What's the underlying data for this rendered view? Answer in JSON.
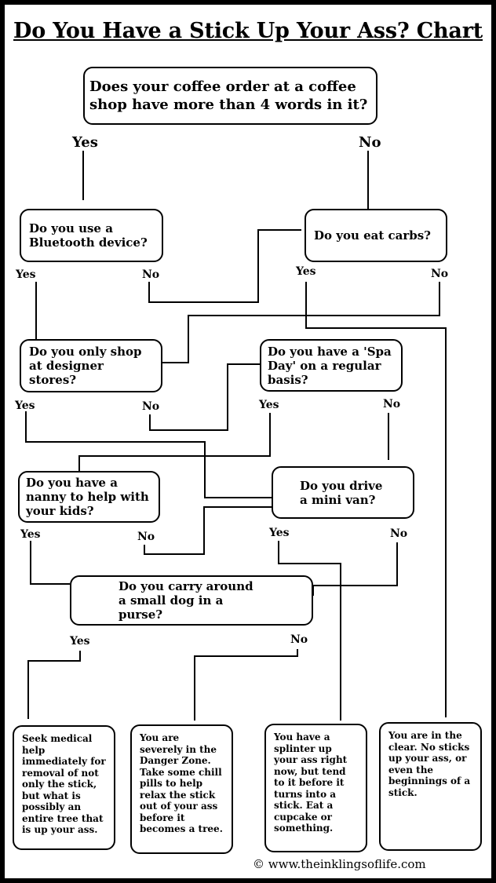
{
  "title": "Do You Have a Stick Up Your Ass? Chart",
  "questions": {
    "coffee": "Does your coffee order at a coffee shop have more than 4 words in it?",
    "bluetooth": "Do you use a Bluetooth device?",
    "carbs": "Do you eat carbs?",
    "designer": "Do you only shop at designer stores?",
    "spa": "Do you have a 'Spa Day' on a regular basis?",
    "nanny": "Do you have a nanny to help with your kids?",
    "minivan": "Do you drive a mini van?",
    "dog": "Do you carry around a small dog in a purse?"
  },
  "answers": {
    "yes": "Yes",
    "no": "No"
  },
  "results": {
    "medical": "Seek medical help immediately for removal of not only the stick, but what is possibly an entire tree that is up your ass.",
    "danger": "You are severely in the Danger Zone. Take some chill pills to help relax the stick out of your ass before it becomes a tree.",
    "splinter": "You have a splinter up your ass right now, but tend to it before it turns into a stick. Eat a cupcake or something.",
    "clear": "You are in the clear. No sticks up your ass, or even the beginnings of a stick."
  },
  "credit": "© www.theinklingsoflife.com"
}
